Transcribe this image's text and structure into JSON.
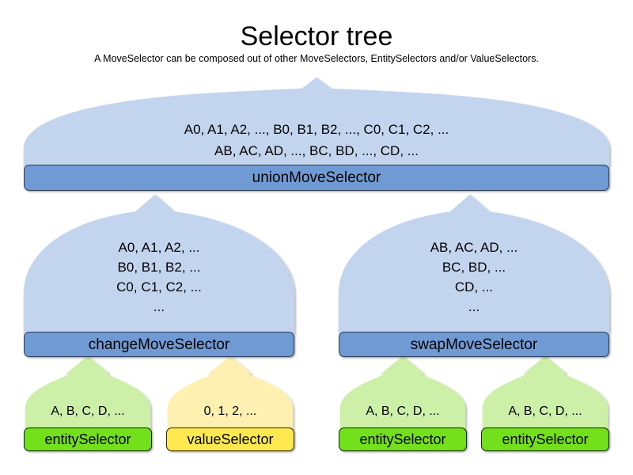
{
  "header": {
    "title": "Selector tree",
    "subtitle": "A MoveSelector can be composed out of other MoveSelectors, EntitySelectors and/or ValueSelectors."
  },
  "colors": {
    "dome_blue": "#c3d5ee",
    "bar_blue": "#6f9ad3",
    "dome_green": "#cdf0a8",
    "bar_green": "#72e01a",
    "dome_yellow": "#fdf0b0",
    "bar_yellow": "#fde94f",
    "outline": "#1a1a1a",
    "background": "#ffffff"
  },
  "tree": {
    "root": {
      "label": "unionMoveSelector",
      "kind": "move-selector",
      "output_lines": [
        "A0, A1, A2, ..., B0, B1, B2, ..., C0, C1, C2, ...",
        "AB, AC, AD, ..., BC, BD, ..., CD, ..."
      ],
      "output_text": "A0, A1, A2, ..., B0, B1, B2, ..., C0, C1, C2, ...\nAB, AC, AD, ..., BC, BD, ..., CD, ..."
    },
    "middle": [
      {
        "label": "changeMoveSelector",
        "kind": "move-selector",
        "output_lines": [
          "A0, A1, A2, ...",
          "B0, B1, B2, ...",
          "C0, C1, C2, ...",
          "..."
        ],
        "output_text": "A0, A1, A2, ...\nB0, B1, B2, ...\nC0, C1, C2, ...\n..."
      },
      {
        "label": "swapMoveSelector",
        "kind": "move-selector",
        "output_lines": [
          "AB, AC, AD, ...",
          "BC, BD, ...",
          "CD, ...",
          "..."
        ],
        "output_text": "AB, AC, AD, ...\nBC, BD, ...\nCD, ...\n..."
      }
    ],
    "leaves": [
      {
        "label": "entitySelector",
        "kind": "entity-selector",
        "color": "green",
        "output_lines": [
          "A, B, C, D, ..."
        ],
        "output_text": "A, B, C, D, ..."
      },
      {
        "label": "valueSelector",
        "kind": "value-selector",
        "color": "yellow",
        "output_lines": [
          "0, 1, 2, ..."
        ],
        "output_text": "0, 1, 2, ..."
      },
      {
        "label": "entitySelector",
        "kind": "entity-selector",
        "color": "green",
        "output_lines": [
          "A, B, C, D, ..."
        ],
        "output_text": "A, B, C, D, ..."
      },
      {
        "label": "entitySelector",
        "kind": "entity-selector",
        "color": "green",
        "output_lines": [
          "A, B, C, D, ..."
        ],
        "output_text": "A, B, C, D, ..."
      }
    ]
  }
}
